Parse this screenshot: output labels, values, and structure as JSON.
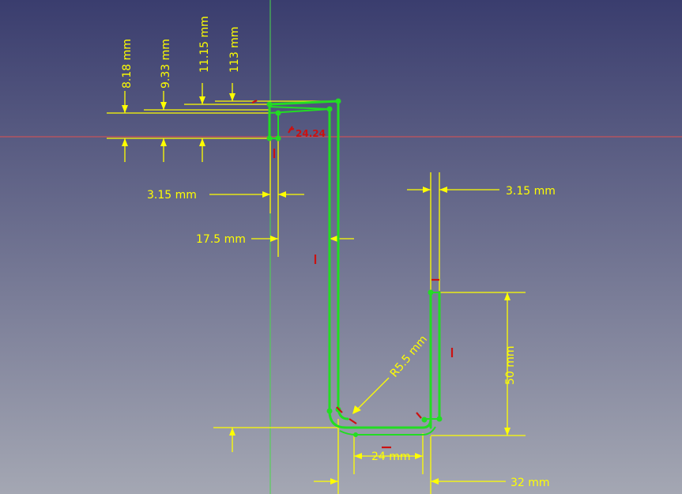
{
  "colors": {
    "background_top": "#3a3d6e",
    "background_bottom": "#a4a7b3",
    "dimension": "#ffff00",
    "geometry": "#22dd22",
    "constraint": "#cc1111",
    "axis_horizontal": "#e05050",
    "axis_vertical": "#4ad84a"
  },
  "dimensions": {
    "d_8_18": "8.18 mm",
    "d_9_33": "9.33 mm",
    "d_11_15": "11.15 mm",
    "d_113": "113 mm",
    "d_3_15_left": "3.15 mm",
    "d_17_5": "17.5 mm",
    "d_3_15_right": "3.15 mm",
    "d_50": "50 mm",
    "d_r5_5": "R5.5 mm",
    "d_24": "24 mm",
    "d_32": "32 mm"
  },
  "constraints": {
    "angle_label": "24.24"
  }
}
